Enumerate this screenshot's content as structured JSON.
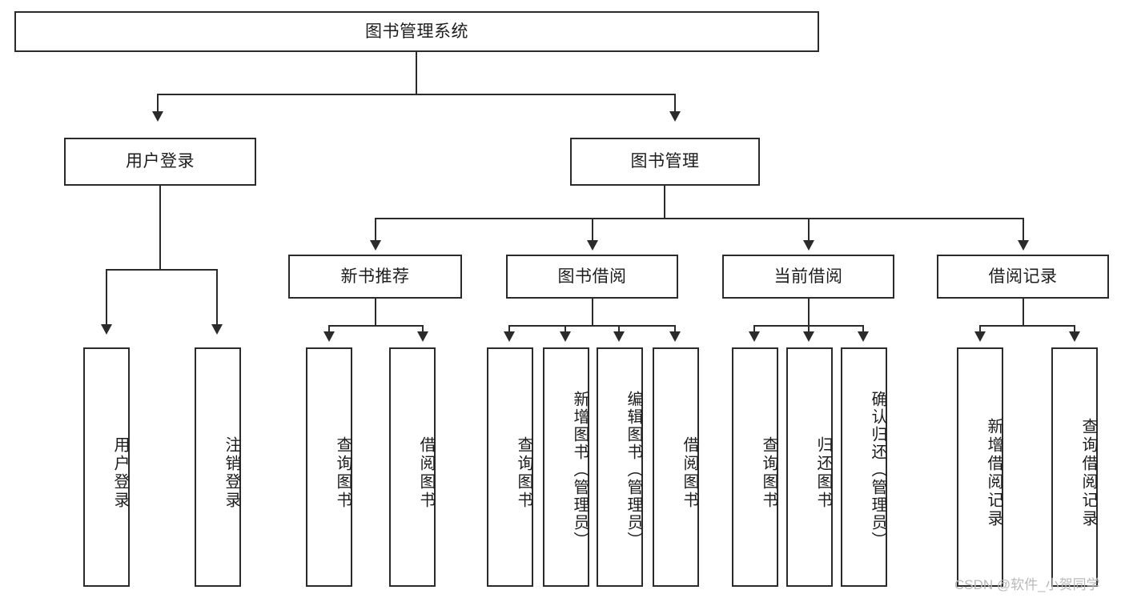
{
  "diagram": {
    "title_node": {
      "label": "图书管理系统"
    },
    "level2": [
      {
        "label": "用户登录"
      },
      {
        "label": "图书管理"
      }
    ],
    "level3": [
      {
        "label": "新书推荐"
      },
      {
        "label": "图书借阅"
      },
      {
        "label": "当前借阅"
      },
      {
        "label": "借阅记录"
      }
    ],
    "leaves": {
      "user_login": [
        {
          "label": "用户登录"
        },
        {
          "label": "注销登录"
        }
      ],
      "new_book_recommend": [
        {
          "label": "查询图书"
        },
        {
          "label": "借阅图书"
        }
      ],
      "book_borrow": [
        {
          "label": "查询图书"
        },
        {
          "label": "新增图书（管理员）"
        },
        {
          "label": "编辑图书（管理员）"
        },
        {
          "label": "借阅图书"
        }
      ],
      "current_borrow": [
        {
          "label": "查询图书"
        },
        {
          "label": "归还图书"
        },
        {
          "label": "确认归还（管理员）"
        }
      ],
      "borrow_record": [
        {
          "label": "新增借阅记录"
        },
        {
          "label": "查询借阅记录"
        }
      ]
    }
  },
  "watermark": {
    "text": "CSDN @软件_小贺同学"
  },
  "colors": {
    "line": "#2b2b2b",
    "box_fill": "#ffffff",
    "text": "#1d1d1d",
    "watermark": "#b9b9b9"
  }
}
